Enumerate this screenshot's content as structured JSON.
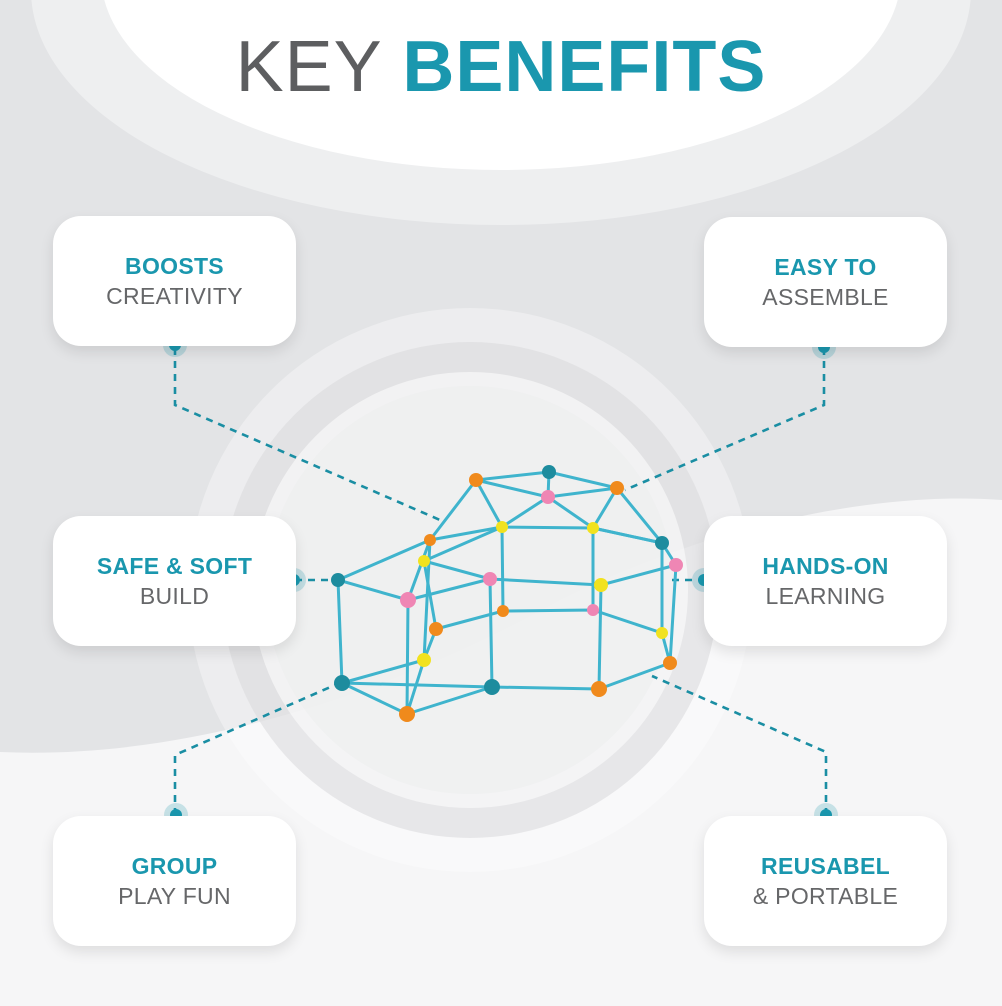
{
  "title": {
    "light": "KEY",
    "bold": "BENEFITS"
  },
  "colors": {
    "accent": "#1a97ae",
    "text_gray": "#666769",
    "background": "#e3e4e6",
    "card": "#ffffff"
  },
  "benefits": [
    {
      "strong": "BOOSTS",
      "sub": "CREATIVITY"
    },
    {
      "strong": "EASY TO",
      "sub": "ASSEMBLE"
    },
    {
      "strong": "SAFE & SOFT",
      "sub": "BUILD"
    },
    {
      "strong": "HANDS-ON",
      "sub": "LEARNING"
    },
    {
      "strong": "GROUP",
      "sub": "PLAY FUN"
    },
    {
      "strong": "REUSABEL",
      "sub": "& PORTABLE"
    }
  ]
}
